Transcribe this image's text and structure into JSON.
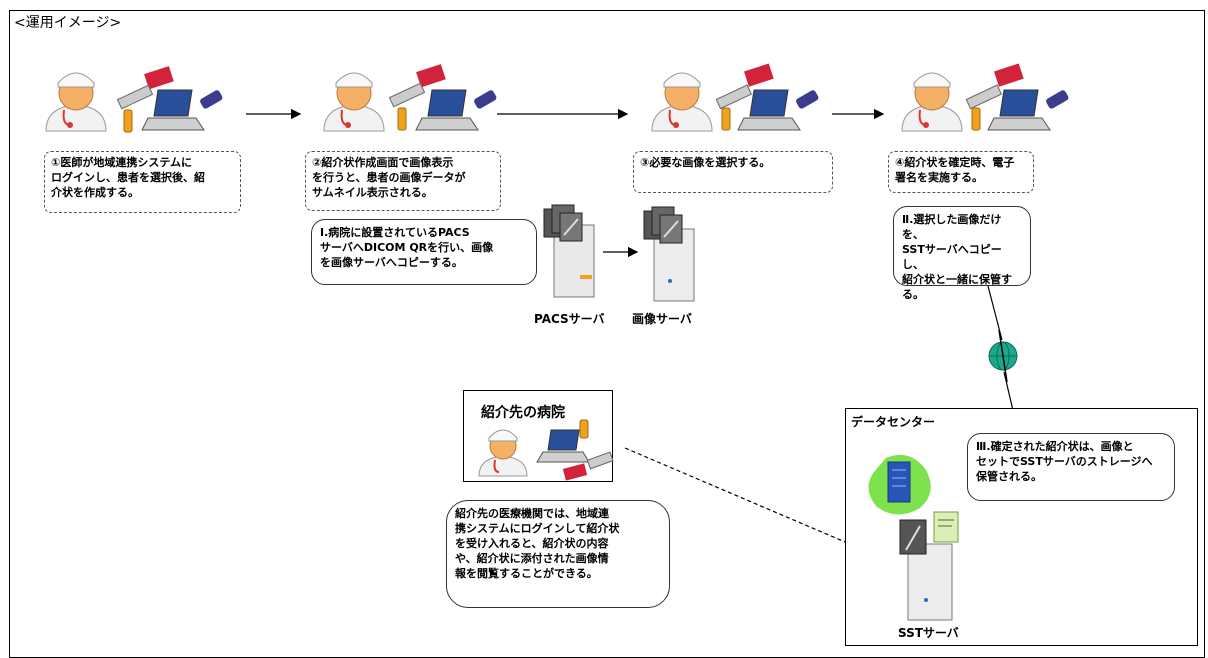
{
  "title": "<運用イメージ>",
  "steps": [
    {
      "text": "①医師が地域連携システムに\nログインし、患者を選択後、紹\n介状を作成する。"
    },
    {
      "text": "②紹介状作成画面で画像表示\nを行うと、患者の画像データが\nサムネイル表示される。"
    },
    {
      "text": "③必要な画像を選択する。"
    },
    {
      "text": "④紹介状を確定時、電子\n署名を実施する。"
    }
  ],
  "bubbles": {
    "pacs_copy": "Ⅰ.病院に設置されているPACS\nサーバへDICOM QRを行い、画像\nを画像サーバへコピーする。",
    "sst_copy": "Ⅱ.選択した画像だけを、\nSSTサーバへコピーし、\n紹介状と一緒に保管す\nる。",
    "storage": "Ⅲ.確定された紹介状は、画像と\nセットでSSTサーバのストレージへ\n保管される。",
    "referral": "紹介先の医療機関では、地域連\n携システムにログインして紹介状\nを受け入れると、紹介状の内容\nや、紹介状に添付された画像情\n報を閲覧することができる。"
  },
  "labels": {
    "pacs_server": "PACSサーバ",
    "image_server": "画像サーバ",
    "referral_hospital": "紹介先の病院",
    "data_center": "データセンター",
    "sst_server": "SSTサーバ"
  },
  "colors": {
    "face": "#f4b067",
    "coat": "#f2f2f2",
    "card": "#d2233a",
    "usb": "#f0a21f",
    "laptop": "#2a4f9a",
    "globe": "#1aa98a",
    "rack": "#2756b8",
    "splash": "#7ee14e"
  }
}
